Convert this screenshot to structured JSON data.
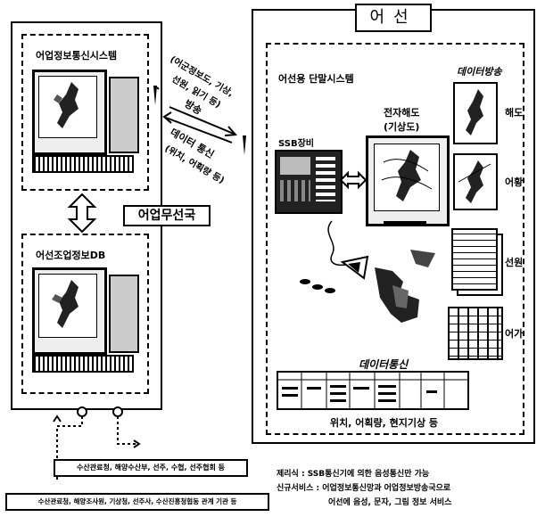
{
  "left": {
    "upper_title": "어업정보통신시스템",
    "lower_title": "어선조업정보DB",
    "station_label": "어업무선국"
  },
  "middle": {
    "broadcast_lines": [
      "(어군정보도, 기상,",
      "선원, 읽기 등)"
    ],
    "broadcast_word": "방송",
    "data_comm_title": "데이터 통신",
    "data_comm_detail": "(위치, 어획량 등)"
  },
  "right": {
    "title": "어선",
    "terminal_title": "어선용 단말시스템",
    "ssb_label": "SSB장비",
    "chart_title": "전자해도",
    "chart_sub": "(기상도)",
    "broadcast_header": "데이터방송",
    "side_labels": [
      "해도",
      "어황",
      "선원",
      "어가"
    ],
    "data_comm_label": "데이터통신",
    "bottom_caption": "위치, 어획량, 현지기상 등"
  },
  "bottom_left": {
    "box1": "수산관료청, 해양수산부, 선주, 수협, 선주협회 등",
    "box2": "수산관료청, 해양조사원, 기상청, 선주사, 수산진흥청협동 관계 기관 등"
  },
  "bottom_right": {
    "line1": "제리식 : SSB통신기에 의한 음성통신만 가능",
    "line2": "신규서비스 : 어업정보통신망과 어업정보방송국으로",
    "line3": "어선에 음성, 문자, 그림 정보 서비스"
  }
}
